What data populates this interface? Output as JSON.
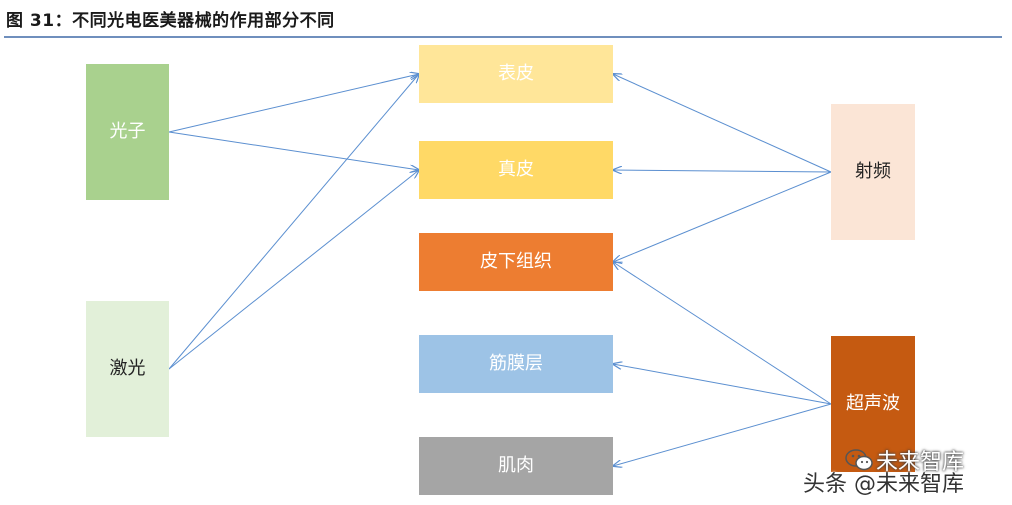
{
  "title": "图 31：不同光电医美器械的作用部分不同",
  "diagram": {
    "sources": {
      "photon": {
        "label": "光子",
        "color": "#a9d18e"
      },
      "laser": {
        "label": "激光",
        "color": "#e2f0d9"
      },
      "rf": {
        "label": "射频",
        "color": "#fbe5d6"
      },
      "ultrasound": {
        "label": "超声波",
        "color": "#c55a11"
      }
    },
    "layers": {
      "epidermis": {
        "label": "表皮",
        "color": "#ffe699"
      },
      "dermis": {
        "label": "真皮",
        "color": "#ffd966"
      },
      "subcutis": {
        "label": "皮下组织",
        "color": "#ed7d31"
      },
      "fascia": {
        "label": "筋膜层",
        "color": "#9dc3e6"
      },
      "muscle": {
        "label": "肌肉",
        "color": "#a5a5a5"
      }
    },
    "connections": [
      {
        "from": "光子",
        "to": "表皮"
      },
      {
        "from": "光子",
        "to": "真皮"
      },
      {
        "from": "激光",
        "to": "表皮"
      },
      {
        "from": "激光",
        "to": "真皮"
      },
      {
        "from": "射频",
        "to": "表皮"
      },
      {
        "from": "射频",
        "to": "真皮"
      },
      {
        "from": "射频",
        "to": "皮下组织"
      },
      {
        "from": "超声波",
        "to": "皮下组织"
      },
      {
        "from": "超声波",
        "to": "筋膜层"
      },
      {
        "from": "超声波",
        "to": "肌肉"
      }
    ],
    "arrow_color": "#5b8fd0"
  },
  "watermark": {
    "line1": "未来智库",
    "line2": "头条 @未来智库"
  }
}
